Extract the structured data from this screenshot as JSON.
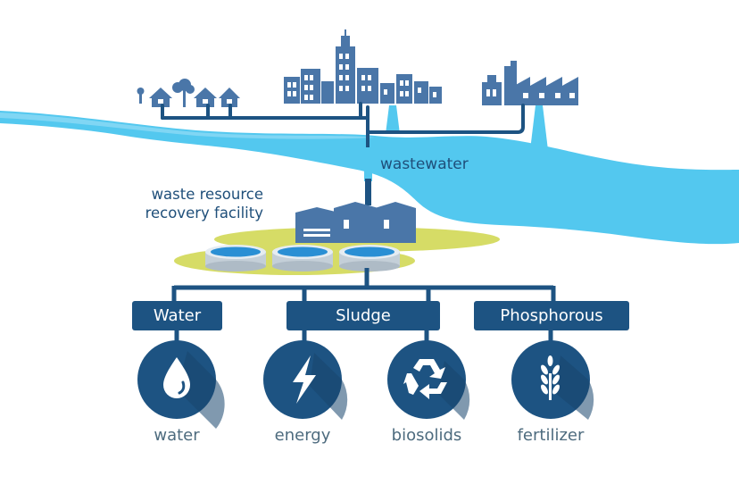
{
  "facility_label_line1": "waste resource",
  "facility_label_line2": "recovery facility",
  "wastewater_label": "wastewater",
  "categories": [
    {
      "label": "Water"
    },
    {
      "label": "Sludge"
    },
    {
      "label": "Phosphorous"
    }
  ],
  "outputs": [
    {
      "label": "water",
      "icon": "water-drop-icon"
    },
    {
      "label": "energy",
      "icon": "lightning-bolt-icon"
    },
    {
      "label": "biosolids",
      "icon": "recycle-icon"
    },
    {
      "label": "fertilizer",
      "icon": "wheat-icon"
    }
  ],
  "colors": {
    "pipe": "#1d5382",
    "river": "#53c8ef",
    "buildings": "#4a76a8",
    "ground": "#d6dc66",
    "icon_circle": "#1d5382",
    "label_text": "#1f4f7a",
    "output_text": "#4d6b7e"
  }
}
